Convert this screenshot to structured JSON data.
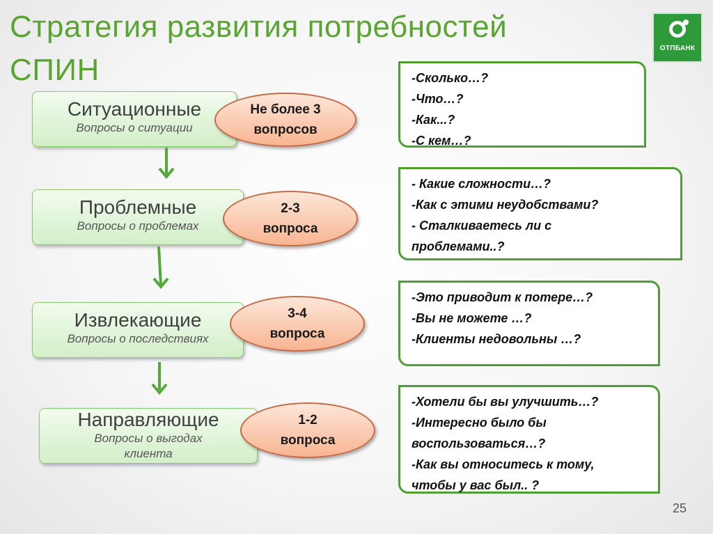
{
  "title": {
    "line1": "Стратегия развития потребностей",
    "line2": "СПИН"
  },
  "logo": {
    "text": "ОТПБАНК"
  },
  "stages": [
    {
      "name": "Ситуационные",
      "sub": "Вопросы о ситуации",
      "badge_line1": "Не более 3",
      "badge_line2": "вопросов",
      "questions": [
        "-Сколько…?",
        "-Что…?",
        "-Как...?",
        "-С кем…?"
      ]
    },
    {
      "name": "Проблемные",
      "sub": "Вопросы о проблемах",
      "badge_line1": "2-3",
      "badge_line2": "вопроса",
      "questions": [
        "- Какие сложности…?",
        "-Как  с  этими  неудобствами?",
        "-  Сталкиваетесь ли с",
        "проблемами..?"
      ]
    },
    {
      "name": "Извлекающие",
      "sub": "Вопросы о последствиях",
      "badge_line1": "3-4",
      "badge_line2": "вопроса",
      "questions": [
        "-Это приводит к потере…?",
        "-Вы  не можете …?",
        "-Клиенты недовольны …?"
      ]
    },
    {
      "name": "Направляющие",
      "sub": "Вопросы о выгодах клиента",
      "badge_line1": "1-2",
      "badge_line2": "вопроса",
      "questions": [
        "-Хотели бы  вы улучшить…?",
        "-Интересно было бы",
        "воспользоваться…?",
        "-Как вы относитесь к тому,",
        "чтобы у вас был.. ?"
      ]
    }
  ],
  "page_number": "25",
  "colors": {
    "title": "#5aa532",
    "logo": "#2e9a3a",
    "box_border": "#4f9e33",
    "badge": "#f8b592",
    "stage": "#d3efc8"
  }
}
